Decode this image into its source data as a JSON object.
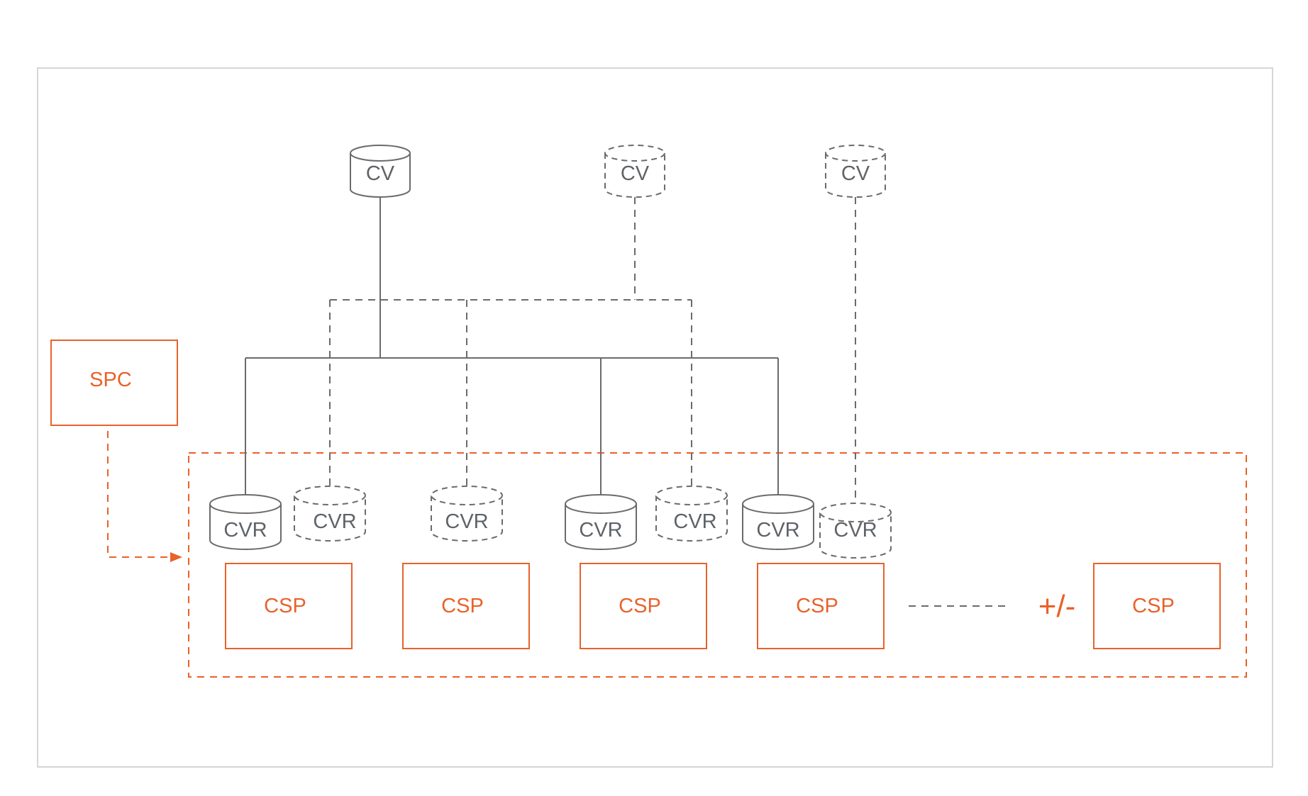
{
  "colors": {
    "accent": "#e8622a",
    "line": "#6b6b6b",
    "frame": "#d6d6d6",
    "background": "#ffffff"
  },
  "diagram": {
    "volumes": [
      {
        "label": "CV",
        "style": "solid"
      },
      {
        "label": "CV",
        "style": "dashed"
      },
      {
        "label": "CV",
        "style": "dashed"
      }
    ],
    "replicas": [
      {
        "label": "CVR",
        "style": "solid"
      },
      {
        "label": "CVR",
        "style": "dashed"
      },
      {
        "label": "CVR",
        "style": "dashed"
      },
      {
        "label": "CVR",
        "style": "solid"
      },
      {
        "label": "CVR",
        "style": "dashed"
      },
      {
        "label": "CVR",
        "style": "solid"
      },
      {
        "label": "CVR",
        "style": "dashed"
      }
    ],
    "spc": {
      "label": "SPC"
    },
    "pools": [
      {
        "label": "CSP"
      },
      {
        "label": "CSP"
      },
      {
        "label": "CSP"
      },
      {
        "label": "CSP"
      },
      {
        "label": "CSP"
      }
    ],
    "scale_symbol": "+/-"
  }
}
